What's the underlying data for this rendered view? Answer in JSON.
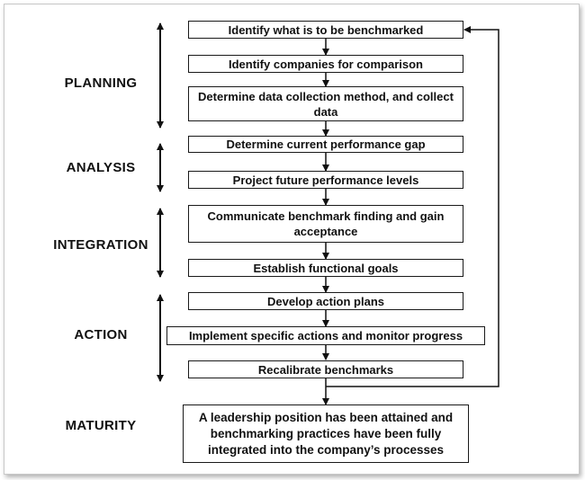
{
  "stages": {
    "planning": "PLANNING",
    "analysis": "ANALYSIS",
    "integration": "INTEGRATION",
    "action": "ACTION",
    "maturity": "MATURITY"
  },
  "steps": [
    "Identify what is to be benchmarked",
    "Identify companies for comparison",
    "Determine data collection method, and collect data",
    "Determine current performance gap",
    "Project future performance levels",
    "Communicate benchmark finding and gain acceptance",
    "Establish functional goals",
    "Develop action plans",
    "Implement specific actions and monitor progress",
    "Recalibrate benchmarks"
  ],
  "outcome": "A leadership position has been attained and benchmarking practices have been fully integrated into the company’s processes"
}
